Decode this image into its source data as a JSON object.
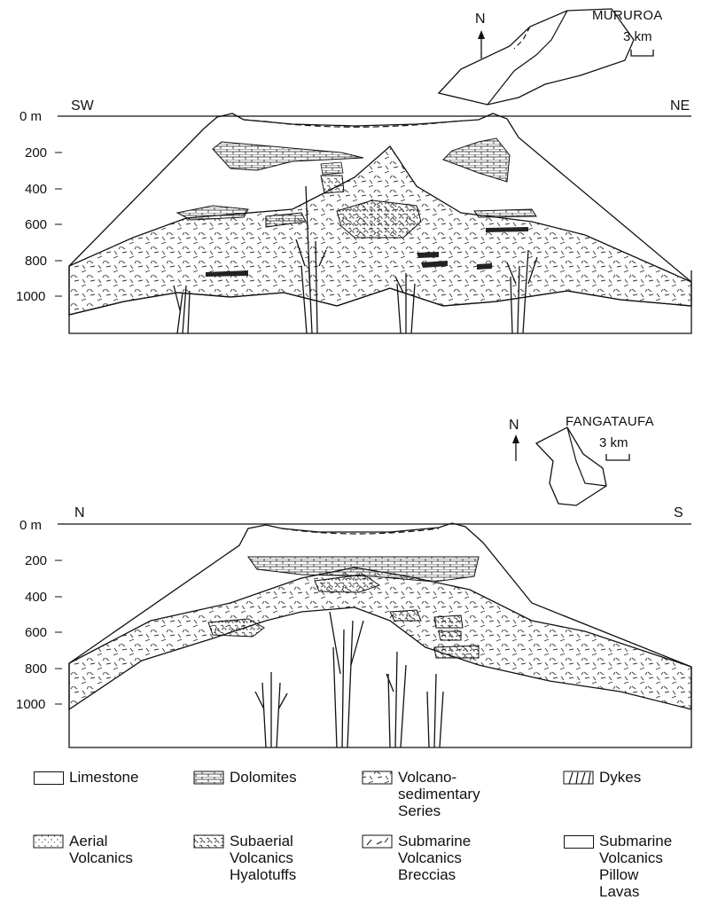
{
  "sections": [
    {
      "atoll": "MURUROA",
      "north": "N",
      "scale": "3 km",
      "left_dir": "SW",
      "right_dir": "NE",
      "depths": [
        "0 m",
        "200",
        "400",
        "600",
        "800",
        "1000"
      ]
    },
    {
      "atoll": "FANGATAUFA",
      "north": "N",
      "scale": "3 km",
      "left_dir": "N",
      "right_dir": "S",
      "depths": [
        "0 m",
        "200",
        "400",
        "600",
        "800",
        "1000"
      ]
    }
  ],
  "legend": [
    {
      "label": "Limestone",
      "pattern": "blank"
    },
    {
      "label": "Dolomites",
      "pattern": "bricks"
    },
    {
      "label": "Volcano-\nsedimentary Series",
      "pattern": "dashes"
    },
    {
      "label": "Dykes",
      "pattern": "dykes"
    },
    {
      "label": "Aerial\nVolcanics",
      "pattern": "dots"
    },
    {
      "label": "Subaerial\nVolcanics\nHyalotuffs",
      "pattern": "blobs"
    },
    {
      "label": "Submarine\nVolcanics\nBreccias",
      "pattern": "breccia"
    },
    {
      "label": "Submarine\nVolcanics\nPillow Lavas",
      "pattern": "blank"
    }
  ]
}
